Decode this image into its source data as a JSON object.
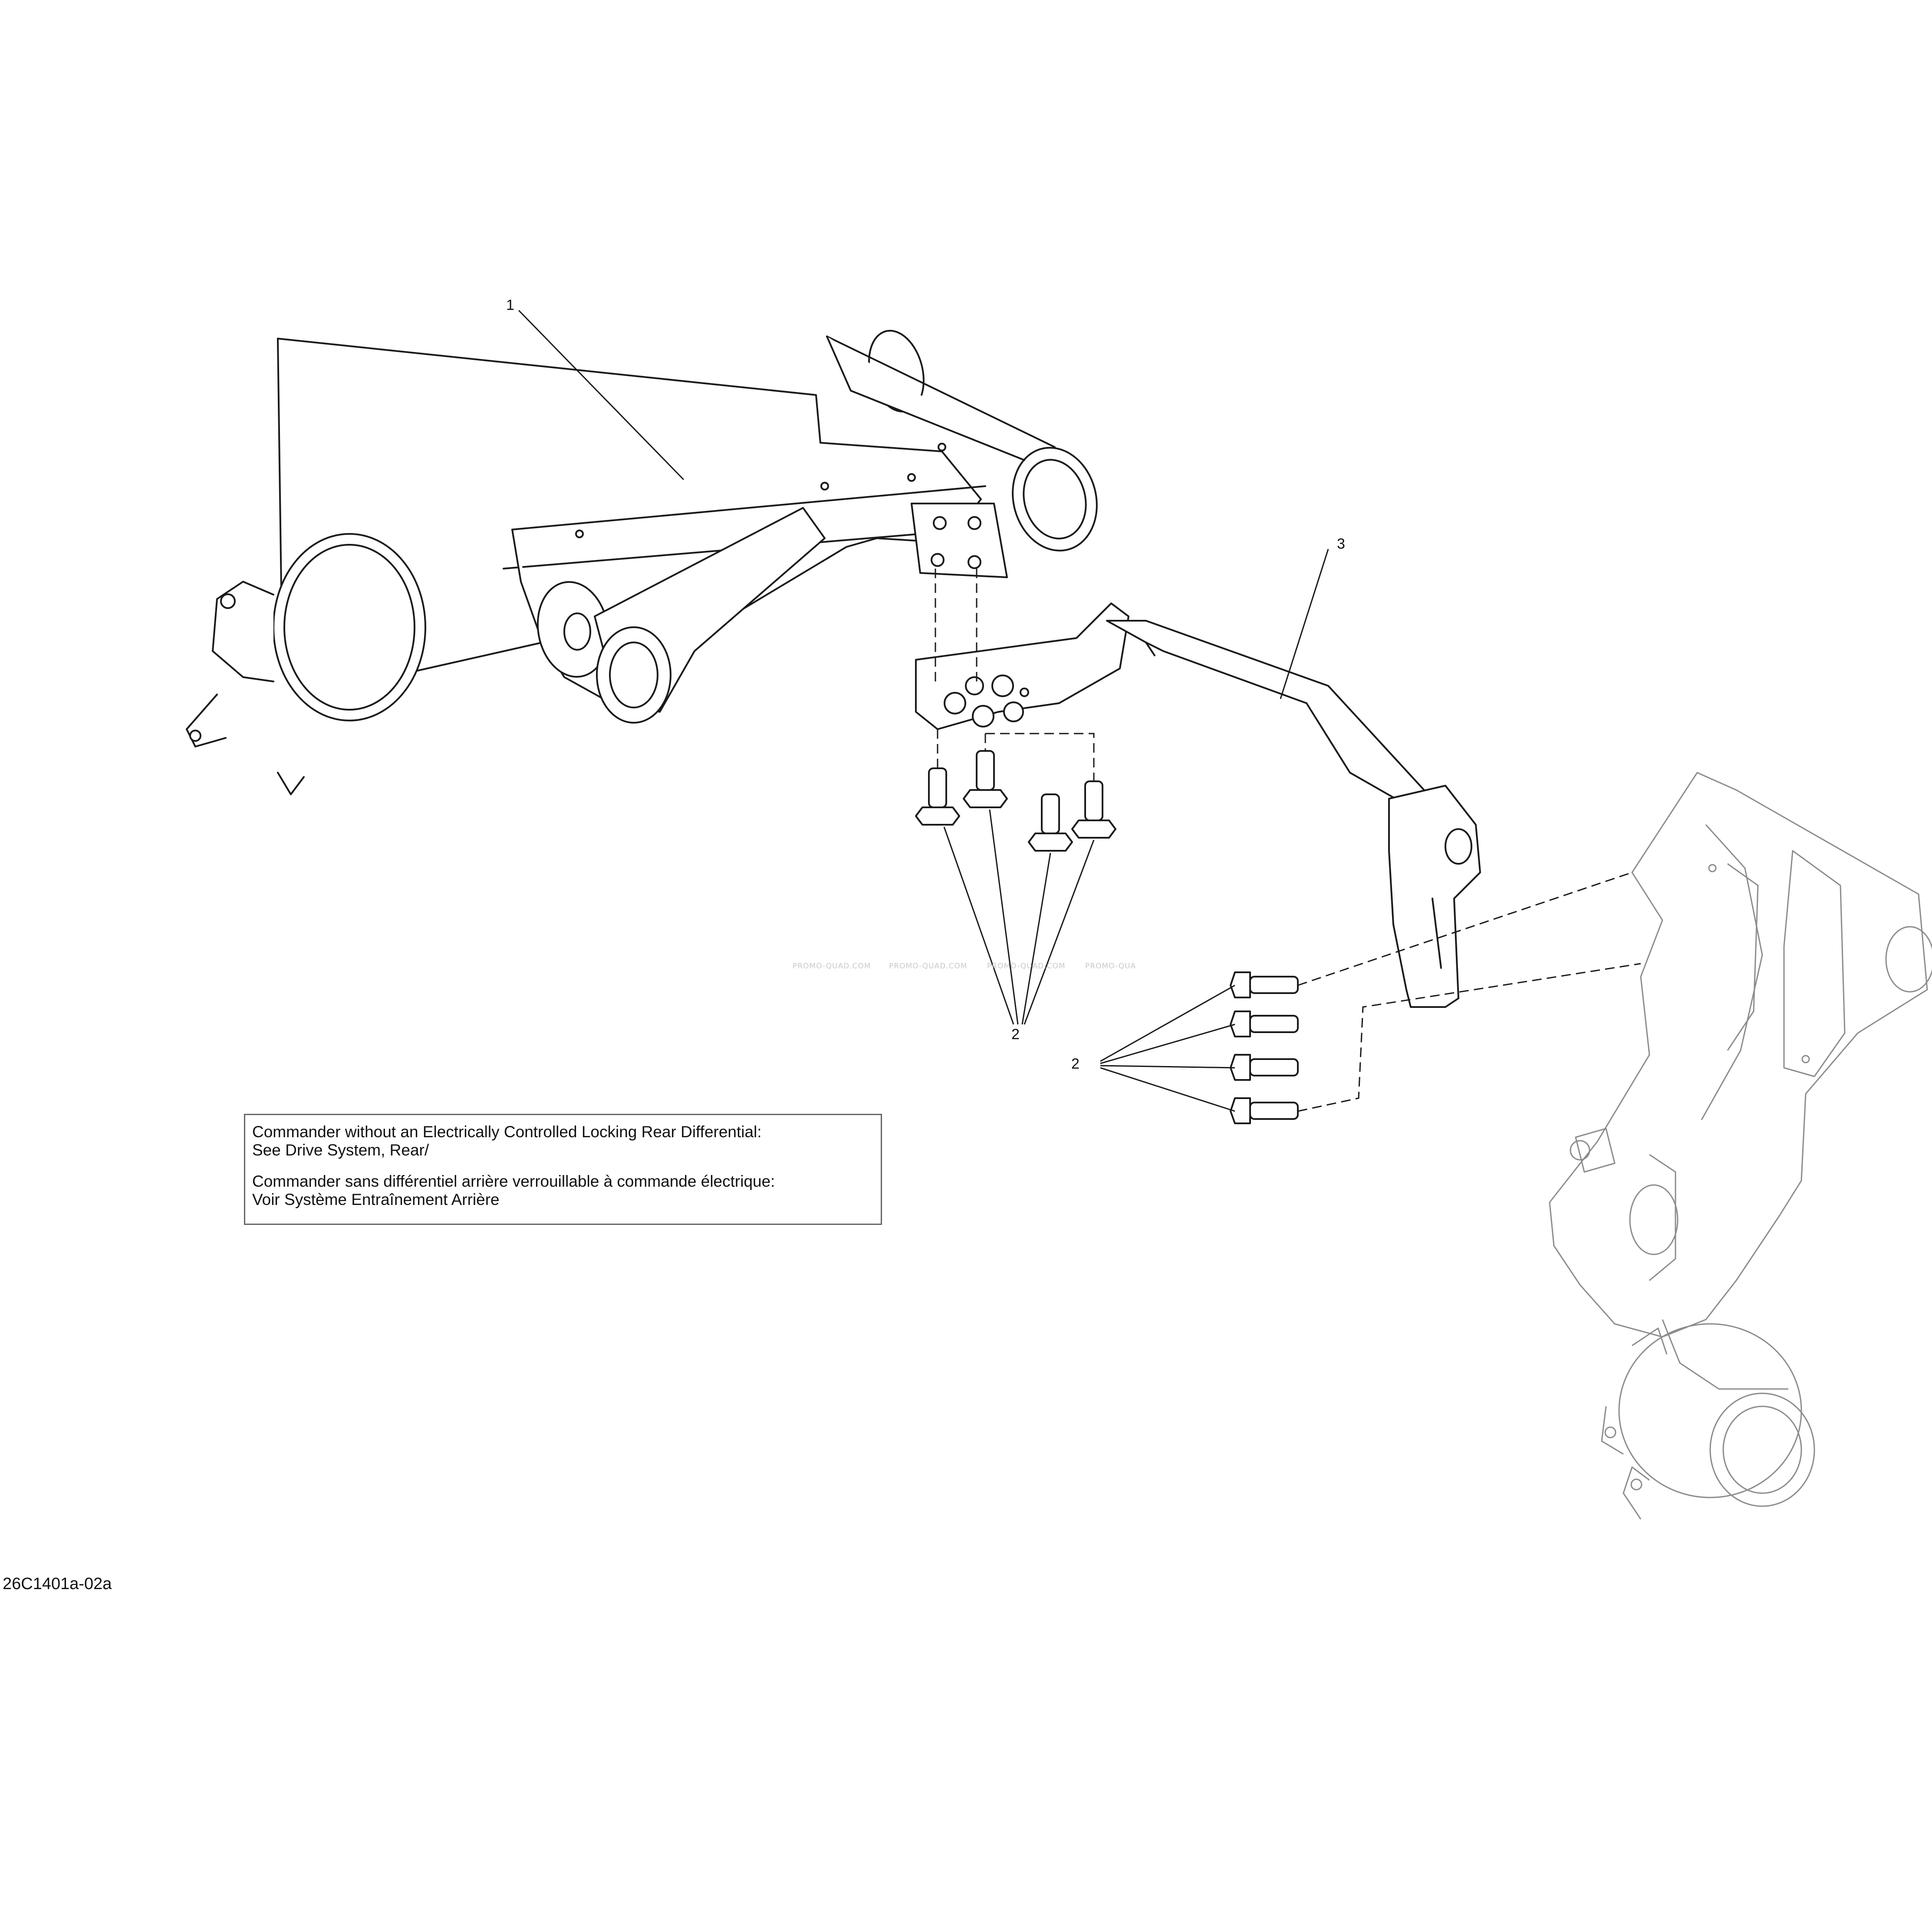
{
  "callouts": {
    "part_1": "1",
    "part_2_a": "2",
    "part_2_b": "2",
    "part_3": "3"
  },
  "watermarks": [
    "PROMO-QUAD.COM",
    "PROMO-QUAD.COM",
    "PROMO-QUAD.COM",
    "PROMO-QUA"
  ],
  "note": {
    "line1": "Commander without an Electrically Controlled Locking Rear Differential:",
    "line2": "See Drive System, Rear/",
    "line3": "Commander sans différentiel arrière verrouillable à commande électrique:",
    "line4": "Voir Système Entraînement Arrière"
  },
  "figure_id": "26C1401a-02a",
  "colors": {
    "stroke": "#1a1a1a",
    "ghost": "#8c8c8c",
    "fill": "#ffffff"
  }
}
